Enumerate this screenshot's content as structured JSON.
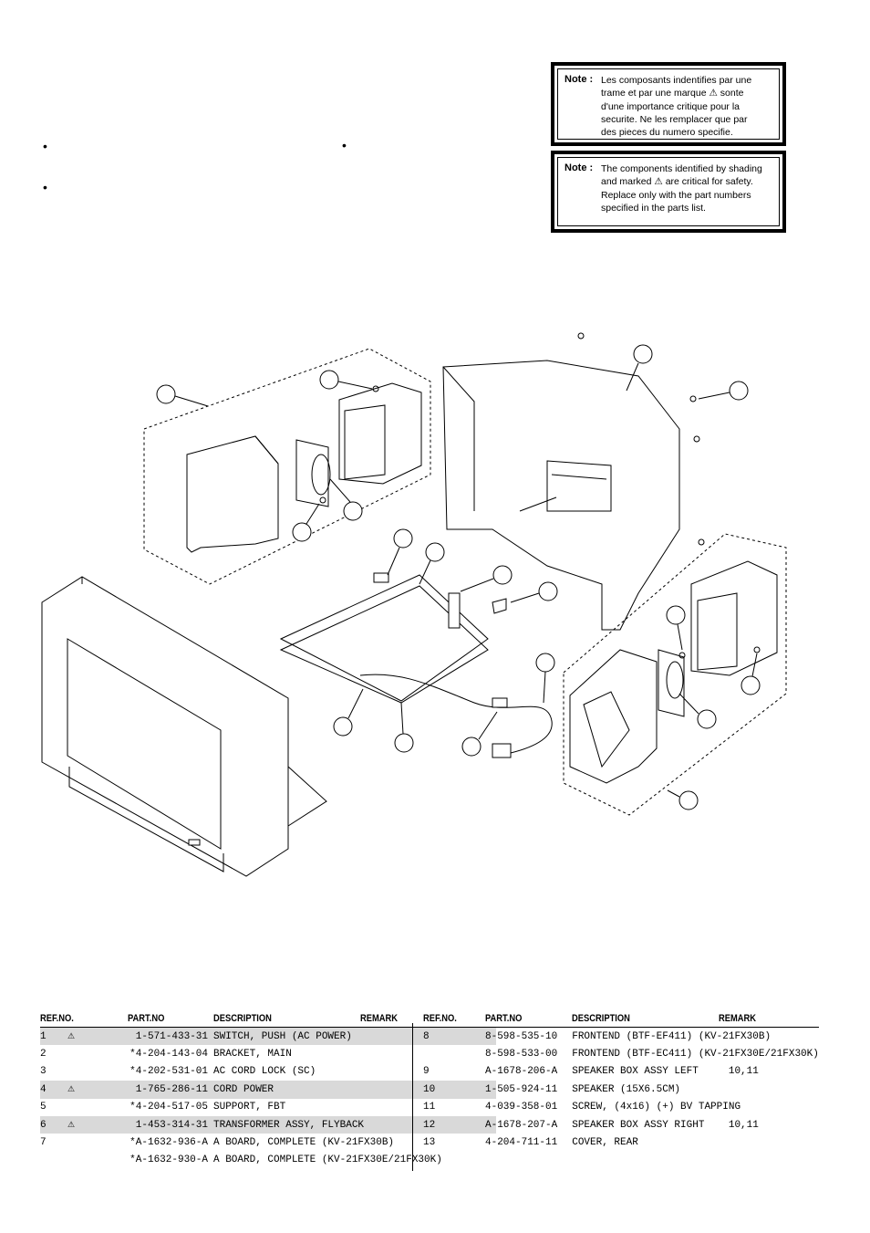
{
  "notes": {
    "french": {
      "label": "Note :",
      "lines": [
        "Les composants indentifies par une",
        "trame et par une marque ⚠ sonte",
        "d'une importance critique pour la",
        "securite. Ne les remplacer que par",
        "des pieces du numero specifie."
      ]
    },
    "english": {
      "label": "Note :",
      "lines": [
        "The components identified by shading",
        "and marked ⚠ are critical for safety.",
        "Replace only with the part numbers",
        "specified in the parts list."
      ]
    }
  },
  "bullets": [
    "•",
    "•",
    "•"
  ],
  "table_headers": {
    "ref": "REF.NO.",
    "part": "PART.NO",
    "desc": "DESCRIPTION",
    "remark": "REMARK"
  },
  "parts_left": [
    {
      "ref": "1",
      "mark": "⚠",
      "part": "1-571-433-31",
      "desc": "SWITCH, PUSH (AC POWER)",
      "shaded": true
    },
    {
      "ref": "2",
      "mark": "",
      "part": "*4-204-143-04",
      "desc": "BRACKET, MAIN",
      "shaded": false
    },
    {
      "ref": "3",
      "mark": "",
      "part": "*4-202-531-01",
      "desc": "AC CORD LOCK (SC)",
      "shaded": false
    },
    {
      "ref": "4",
      "mark": "⚠",
      "part": "1-765-286-11",
      "desc": "CORD POWER",
      "shaded": true
    },
    {
      "ref": "5",
      "mark": "",
      "part": "*4-204-517-05",
      "desc": "SUPPORT, FBT",
      "shaded": false
    },
    {
      "ref": "6",
      "mark": "⚠",
      "part": "1-453-314-31",
      "desc": "TRANSFORMER ASSY, FLYBACK",
      "shaded": true
    },
    {
      "ref": "7",
      "mark": "",
      "part": "*A-1632-936-A",
      "desc": "A BOARD, COMPLETE (KV-21FX30B)",
      "shaded": false
    },
    {
      "ref": "",
      "mark": "",
      "part": "*A-1632-930-A",
      "desc": "A BOARD, COMPLETE (KV-21FX30E/21FX30K)",
      "shaded": false
    }
  ],
  "parts_right": [
    {
      "ref": "8",
      "part": "8-598-535-10",
      "desc": "FRONTEND (BTF-EF411) (KV-21FX30B)"
    },
    {
      "ref": "",
      "part": "8-598-533-00",
      "desc": "FRONTEND (BTF-EC411) (KV-21FX30E/21FX30K)"
    },
    {
      "ref": "9",
      "part": "A-1678-206-A",
      "desc": "SPEAKER BOX ASSY LEFT     10,11"
    },
    {
      "ref": "10",
      "part": "1-505-924-11",
      "desc": "SPEAKER (15X6.5CM)"
    },
    {
      "ref": "11",
      "part": "4-039-358-01",
      "desc": "SCREW, (4x16) (+) BV TAPPING"
    },
    {
      "ref": "12",
      "part": "A-1678-207-A",
      "desc": "SPEAKER BOX ASSY RIGHT    10,11"
    },
    {
      "ref": "13",
      "part": "4-204-711-11",
      "desc": "COVER, REAR"
    }
  ]
}
